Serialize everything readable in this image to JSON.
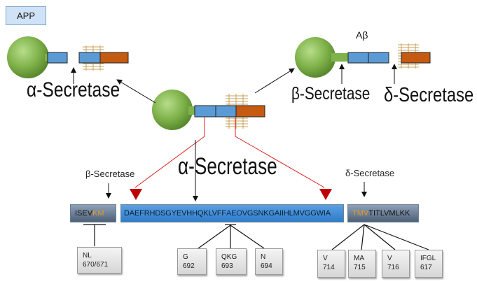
{
  "app_label": "APP",
  "abeta_label": "Aβ",
  "alpha_top_label": "α-Secretase",
  "beta_top_label": "β-Secretase",
  "delta_top_label": "δ-Secretase",
  "alpha_center_label": "α-Secretase",
  "beta_small_label": "β-Secretase",
  "delta_small_label": "δ-Secretase",
  "sequences": {
    "left": {
      "before": "ISEV",
      "highlight": "KM"
    },
    "middle": {
      "before": "DAEFRHDSGYEVHHQKLVFF",
      "highlight": "AEO",
      "after": "VGSNKGAIIHLMVGGWIA"
    },
    "right": {
      "highlight": "TMV",
      "after": "TITLVMLKK"
    }
  },
  "mutations": [
    {
      "line1": "NL",
      "line2": "670/671"
    },
    {
      "line1": "G",
      "line2": "692"
    },
    {
      "line1": "QKG",
      "line2": "693"
    },
    {
      "line1": "N",
      "line2": "694"
    },
    {
      "line1": "V",
      "line2": "714"
    },
    {
      "line1": "MA",
      "line2": "715"
    },
    {
      "line1": "V",
      "line2": "716"
    },
    {
      "line1": "IFGL",
      "line2": "617"
    }
  ],
  "colors": {
    "sphere": "#7fb24a",
    "blue_segment": "#5b9bd5",
    "orange_segment": "#c55a11",
    "membrane": "#c8a25a",
    "cut_line": "#e02020",
    "sequence_blue": "#3a87d4",
    "sequence_gray": "#5b6e86",
    "highlight": "#e39b21"
  }
}
